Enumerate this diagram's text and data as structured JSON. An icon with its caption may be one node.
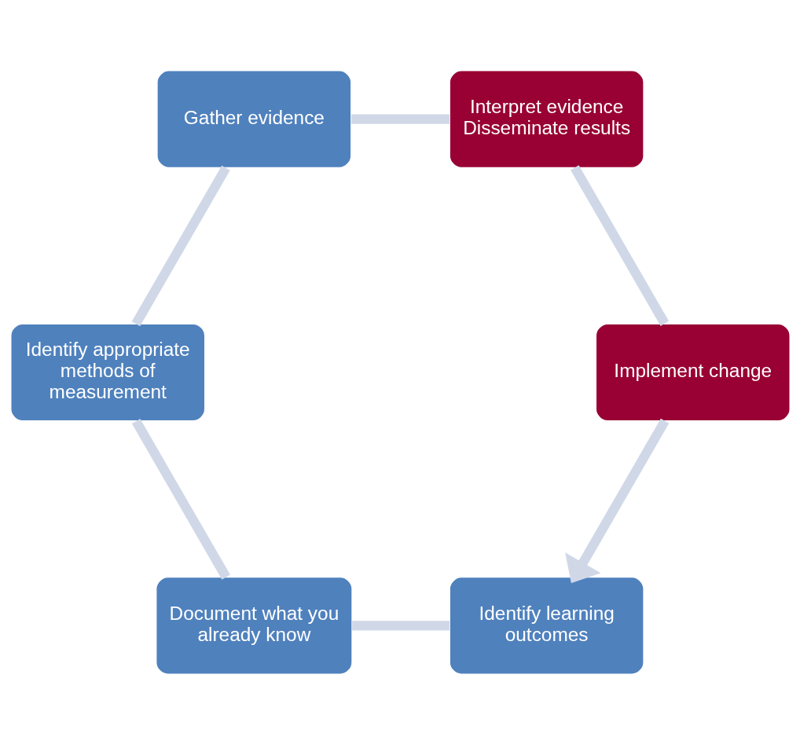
{
  "diagram": {
    "nodes": [
      {
        "text": [
          "Identify learning outcomes"
        ]
      },
      {
        "text": [
          "Document what you already know"
        ]
      },
      {
        "text": [
          "Identify appropriate methods of measurement"
        ]
      },
      {
        "text": [
          "Gather evidence"
        ]
      },
      {
        "text": [
          "Interpret evidence",
          "Disseminate results"
        ]
      },
      {
        "text": [
          "Implement change"
        ]
      }
    ],
    "edges": [
      {
        "from": 0,
        "to": 1,
        "arrow": "none"
      },
      {
        "from": 1,
        "to": 2,
        "arrow": "none"
      },
      {
        "from": 2,
        "to": 3,
        "arrow": "none"
      },
      {
        "from": 3,
        "to": 4,
        "arrow": "none"
      },
      {
        "from": 4,
        "to": 5,
        "arrow": "none"
      },
      {
        "from": 5,
        "to": 0,
        "arrow": "to"
      }
    ]
  }
}
